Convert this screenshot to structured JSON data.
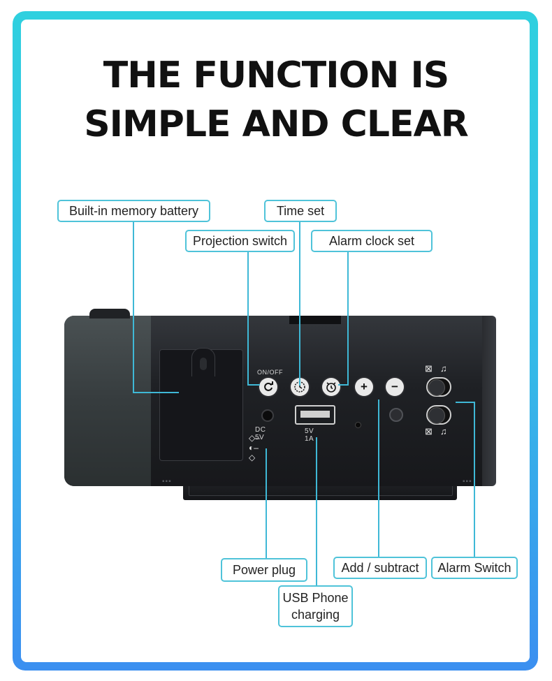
{
  "headline": {
    "line1": "THE FUNCTION IS",
    "line2": "SIMPLE AND CLEAR"
  },
  "callouts": {
    "battery": "Built-in memory battery",
    "time_set": "Time set",
    "projection": "Projection switch",
    "alarm_set": "Alarm clock set",
    "power_plug": "Power plug",
    "add_subtract": "Add / subtract",
    "alarm_switch": "Alarm Switch",
    "usb_line1": "USB Phone",
    "usb_line2": "charging"
  },
  "device_labels": {
    "on_off": "ON/OFF",
    "dc": "DC 5V",
    "usb_rating": "5V 1A"
  },
  "colors": {
    "frame_top": "#2fd0df",
    "frame_bottom": "#3b8ff0",
    "callout_border": "#4fc3d9",
    "leader_line": "#3fb8d6"
  },
  "icons": {
    "projection_button": "refresh-icon",
    "time_button": "clock-icon",
    "alarm_button": "alarm-clock-icon",
    "plus_button": "plus-icon",
    "minus_button": "minus-icon"
  }
}
